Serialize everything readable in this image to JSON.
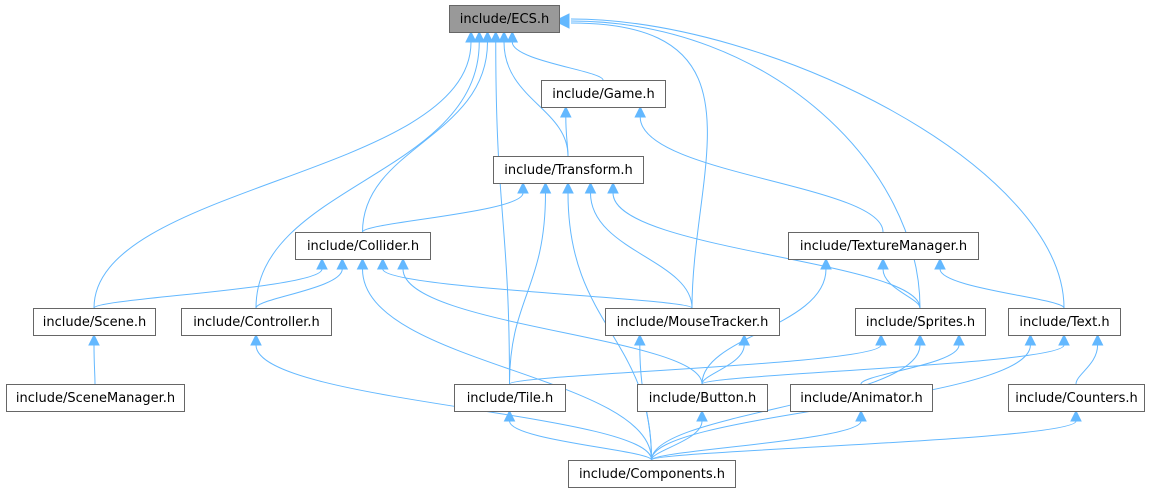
{
  "nodes": {
    "ecs": {
      "label": "include/ECS.h",
      "highlighted": true
    },
    "game": {
      "label": "include/Game.h"
    },
    "transform": {
      "label": "include/Transform.h"
    },
    "collider": {
      "label": "include/Collider.h"
    },
    "texturemanager": {
      "label": "include/TextureManager.h"
    },
    "scene": {
      "label": "include/Scene.h"
    },
    "controller": {
      "label": "include/Controller.h"
    },
    "mousetracker": {
      "label": "include/MouseTracker.h"
    },
    "sprites": {
      "label": "include/Sprites.h"
    },
    "text": {
      "label": "include/Text.h"
    },
    "scenemanager": {
      "label": "include/SceneManager.h"
    },
    "tile": {
      "label": "include/Tile.h"
    },
    "button": {
      "label": "include/Button.h"
    },
    "animator": {
      "label": "include/Animator.h"
    },
    "counters": {
      "label": "include/Counters.h"
    },
    "components": {
      "label": "include/Components.h"
    }
  },
  "edges": [
    [
      "game",
      "ecs"
    ],
    [
      "transform",
      "ecs"
    ],
    [
      "collider",
      "ecs"
    ],
    [
      "scene",
      "ecs"
    ],
    [
      "controller",
      "ecs"
    ],
    [
      "mousetracker",
      "ecs"
    ],
    [
      "sprites",
      "ecs"
    ],
    [
      "text",
      "ecs"
    ],
    [
      "tile",
      "ecs"
    ],
    [
      "transform",
      "game"
    ],
    [
      "texturemanager",
      "game"
    ],
    [
      "collider",
      "transform"
    ],
    [
      "components",
      "transform"
    ],
    [
      "tile",
      "transform"
    ],
    [
      "mousetracker",
      "transform"
    ],
    [
      "sprites",
      "transform"
    ],
    [
      "scene",
      "collider"
    ],
    [
      "controller",
      "collider"
    ],
    [
      "components",
      "collider"
    ],
    [
      "mousetracker",
      "collider"
    ],
    [
      "button",
      "collider"
    ],
    [
      "sprites",
      "texturemanager"
    ],
    [
      "button",
      "texturemanager"
    ],
    [
      "text",
      "texturemanager"
    ],
    [
      "scenemanager",
      "scene"
    ],
    [
      "components",
      "controller"
    ],
    [
      "components",
      "mousetracker"
    ],
    [
      "button",
      "mousetracker"
    ],
    [
      "tile",
      "sprites"
    ],
    [
      "animator",
      "sprites"
    ],
    [
      "components",
      "sprites"
    ],
    [
      "button",
      "text"
    ],
    [
      "counters",
      "text"
    ],
    [
      "components",
      "text"
    ],
    [
      "components",
      "tile"
    ],
    [
      "components",
      "button"
    ],
    [
      "components",
      "animator"
    ],
    [
      "components",
      "counters"
    ]
  ],
  "colors": {
    "edge": "#63b8ff",
    "root_fill": "#999999"
  }
}
